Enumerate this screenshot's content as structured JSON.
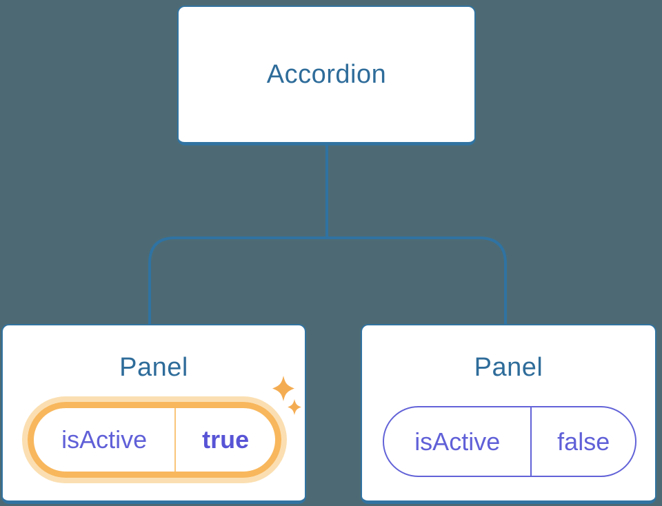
{
  "colors": {
    "background": "#4D6A74",
    "connector_blue": "#2F73A2",
    "node_border_blue": "#3173A1",
    "node_text_blue": "#2E6C9A",
    "state_text_purple": "#6060D8",
    "state_value_purple": "#5854D6",
    "state_border_purple": "#6262D8",
    "highlight_orange": "#F8B75D",
    "highlight_glow": "#FBDFB2",
    "highlight_divider": "#F9C478",
    "sparkle_orange": "#F4AC52"
  },
  "tree": {
    "root": {
      "label": "Accordion"
    },
    "children": [
      {
        "label": "Panel",
        "state": {
          "name": "isActive",
          "value": "true",
          "highlighted": true
        },
        "icon": "sparkles-icon"
      },
      {
        "label": "Panel",
        "state": {
          "name": "isActive",
          "value": "false",
          "highlighted": false
        }
      }
    ]
  }
}
